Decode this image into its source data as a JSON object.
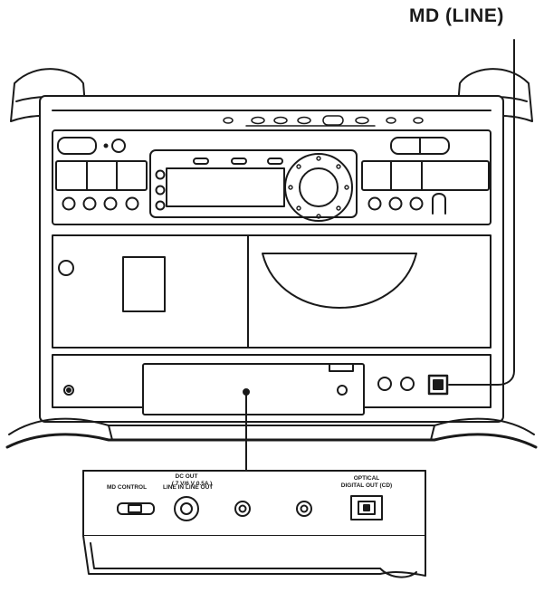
{
  "callout": {
    "label": "MD (LINE)"
  },
  "rear_panel": {
    "dc_out_label": "DC OUT",
    "dc_out_sublabel": "( 7 V/6 V  0.5A )",
    "md_control_label": "MD CONTROL",
    "line_in_out_label": "LINE IN   LINE OUT",
    "optical_label_line1": "OPTICAL",
    "optical_label_line2": "DIGITAL OUT (CD)"
  },
  "colors": {
    "line": "#1a1a1a",
    "background": "#ffffff",
    "panel_shade": "#eeeeee"
  }
}
